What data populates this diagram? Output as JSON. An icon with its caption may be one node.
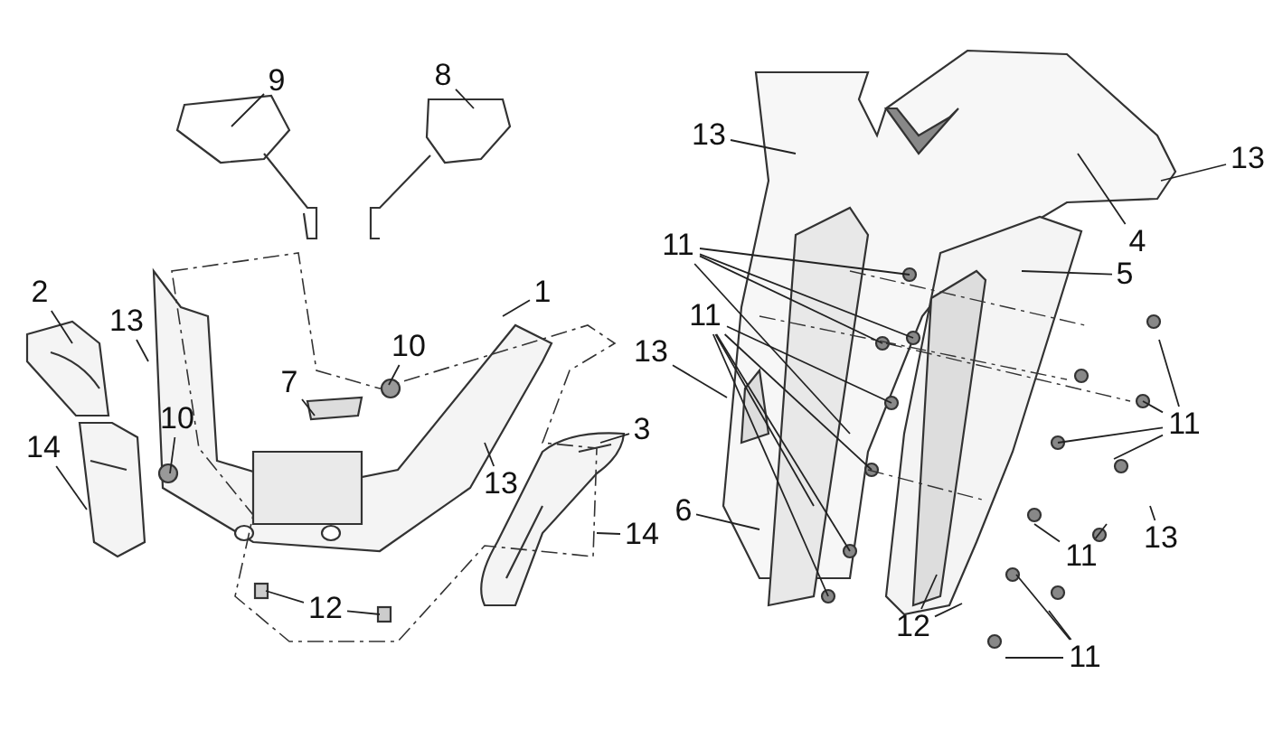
{
  "diagram": {
    "nodes": [
      {
        "text": [
          "9"
        ]
      },
      {
        "text": [
          "8"
        ]
      },
      {
        "text": [
          "2"
        ]
      },
      {
        "text": [
          "13"
        ]
      },
      {
        "text": [
          "1"
        ]
      },
      {
        "text": [
          "10"
        ]
      },
      {
        "text": [
          "7"
        ]
      },
      {
        "text": [
          "10"
        ]
      },
      {
        "text": [
          "14"
        ]
      },
      {
        "text": [
          "13"
        ]
      },
      {
        "text": [
          "3"
        ]
      },
      {
        "text": [
          "14"
        ]
      },
      {
        "text": [
          "12"
        ]
      },
      {
        "text": [
          "13"
        ]
      },
      {
        "text": [
          "13"
        ]
      },
      {
        "text": [
          "4"
        ]
      },
      {
        "text": [
          "5"
        ]
      },
      {
        "text": [
          "11"
        ]
      },
      {
        "text": [
          "11"
        ]
      },
      {
        "text": [
          "13"
        ]
      },
      {
        "text": [
          "6"
        ]
      },
      {
        "text": [
          "11"
        ]
      },
      {
        "text": [
          "13"
        ]
      },
      {
        "text": [
          "11"
        ]
      },
      {
        "text": [
          "12"
        ]
      },
      {
        "text": [
          "11"
        ]
      }
    ],
    "edges": [
      {
        "from": 0,
        "to": null,
        "arrow": "none"
      },
      {
        "from": 1,
        "to": null,
        "arrow": "none"
      },
      {
        "from": 2,
        "to": null,
        "arrow": "none"
      },
      {
        "from": 3,
        "to": null,
        "arrow": "none"
      },
      {
        "from": 4,
        "to": null,
        "arrow": "none"
      },
      {
        "from": 5,
        "to": null,
        "arrow": "none"
      },
      {
        "from": 6,
        "to": null,
        "arrow": "none"
      },
      {
        "from": 7,
        "to": null,
        "arrow": "none"
      },
      {
        "from": 8,
        "to": null,
        "arrow": "none"
      },
      {
        "from": 9,
        "to": null,
        "arrow": "none"
      },
      {
        "from": 10,
        "to": null,
        "arrow": "none"
      },
      {
        "from": 11,
        "to": null,
        "arrow": "none"
      },
      {
        "from": 12,
        "to": null,
        "arrow": "none"
      },
      {
        "from": 12,
        "to": null,
        "arrow": "none"
      },
      {
        "from": 13,
        "to": null,
        "arrow": "none"
      },
      {
        "from": 14,
        "to": null,
        "arrow": "none"
      },
      {
        "from": 15,
        "to": null,
        "arrow": "none"
      },
      {
        "from": 16,
        "to": null,
        "arrow": "none"
      },
      {
        "from": 17,
        "to": null,
        "arrow": "none"
      },
      {
        "from": 17,
        "to": null,
        "arrow": "none"
      },
      {
        "from": 17,
        "to": null,
        "arrow": "none"
      },
      {
        "from": 17,
        "to": null,
        "arrow": "none"
      },
      {
        "from": 18,
        "to": null,
        "arrow": "none"
      },
      {
        "from": 18,
        "to": null,
        "arrow": "none"
      },
      {
        "from": 18,
        "to": null,
        "arrow": "none"
      },
      {
        "from": 18,
        "to": null,
        "arrow": "none"
      },
      {
        "from": 18,
        "to": null,
        "arrow": "none"
      },
      {
        "from": 19,
        "to": null,
        "arrow": "none"
      },
      {
        "from": 20,
        "to": null,
        "arrow": "none"
      },
      {
        "from": 21,
        "to": null,
        "arrow": "none"
      },
      {
        "from": 21,
        "to": null,
        "arrow": "none"
      },
      {
        "from": 21,
        "to": null,
        "arrow": "none"
      },
      {
        "from": 21,
        "to": null,
        "arrow": "none"
      },
      {
        "from": 22,
        "to": null,
        "arrow": "none"
      },
      {
        "from": 23,
        "to": null,
        "arrow": "none"
      },
      {
        "from": 23,
        "to": null,
        "arrow": "none"
      },
      {
        "from": 24,
        "to": null,
        "arrow": "none"
      },
      {
        "from": 24,
        "to": null,
        "arrow": "none"
      },
      {
        "from": 25,
        "to": null,
        "arrow": "none"
      },
      {
        "from": 25,
        "to": null,
        "arrow": "none"
      },
      {
        "from": 25,
        "to": null,
        "arrow": "none"
      }
    ]
  }
}
